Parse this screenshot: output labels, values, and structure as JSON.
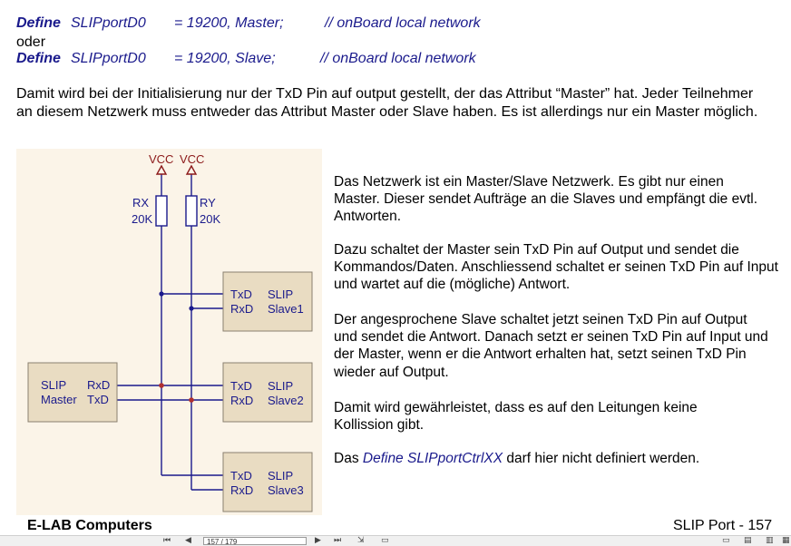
{
  "defines": [
    {
      "keyword": "Define",
      "name": "SLIPportD0",
      "value": "= 19200, Master;",
      "comment": "// onBoard local network"
    },
    {
      "or": "oder"
    },
    {
      "keyword": "Define",
      "name": "SLIPportD0",
      "value": "= 19200, Slave;",
      "comment": "// onBoard local network"
    }
  ],
  "intro": "Damit wird bei der Initialisierung nur der TxD Pin auf output gestellt, der das Attribut “Master” hat.  Jeder Teilnehmer an diesem Netzwerk muss entweder das Attribut Master oder Slave haben. Es ist allerdings nur ein Master möglich.",
  "diagram": {
    "vcc1": "VCC",
    "vcc2": "VCC",
    "rx_label": "RX",
    "rx_value": "20K",
    "ry_label": "RY",
    "ry_value": "20K",
    "master": {
      "line1_left": "SLIP",
      "line1_right": "RxD",
      "line2_left": "Master",
      "line2_right": "TxD"
    },
    "slaves": [
      {
        "txd": "TxD",
        "rxd": "RxD",
        "slip": "SLIP",
        "name": "Slave1"
      },
      {
        "txd": "TxD",
        "rxd": "RxD",
        "slip": "SLIP",
        "name": "Slave2"
      },
      {
        "txd": "TxD",
        "rxd": "RxD",
        "slip": "SLIP",
        "name": "Slave3"
      }
    ]
  },
  "right_paragraphs": [
    "Das Netzwerk ist ein Master/Slave Netzwerk. Es gibt nur einen Master. Dieser sendet Aufträge an die Slaves und empfängt die evtl. Antworten.",
    "Dazu schaltet der Master sein TxD Pin auf Output und sendet die Kommandos/Daten. Anschliessend schaltet er seinen TxD Pin auf Input und wartet auf die (mögliche) Antwort.",
    "Der angesprochene Slave schaltet jetzt seinen TxD Pin auf Output und sendet die Antwort. Danach setzt er seinen TxD Pin auf Input und der Master, wenn er die Antwort erhalten hat, setzt seinen TxD Pin wieder auf Output.",
    "Damit wird gewährleistet, dass es auf den Leitungen keine Kollission gibt."
  ],
  "last_paragraph": {
    "before": "Das ",
    "em": "Define SLIPportCtrlXX",
    "after": " darf hier nicht definiert werden."
  },
  "footer": {
    "left": "E-LAB Computers",
    "right": "SLIP Port - 157"
  },
  "viewer": {
    "page_field": "157 / 179"
  }
}
